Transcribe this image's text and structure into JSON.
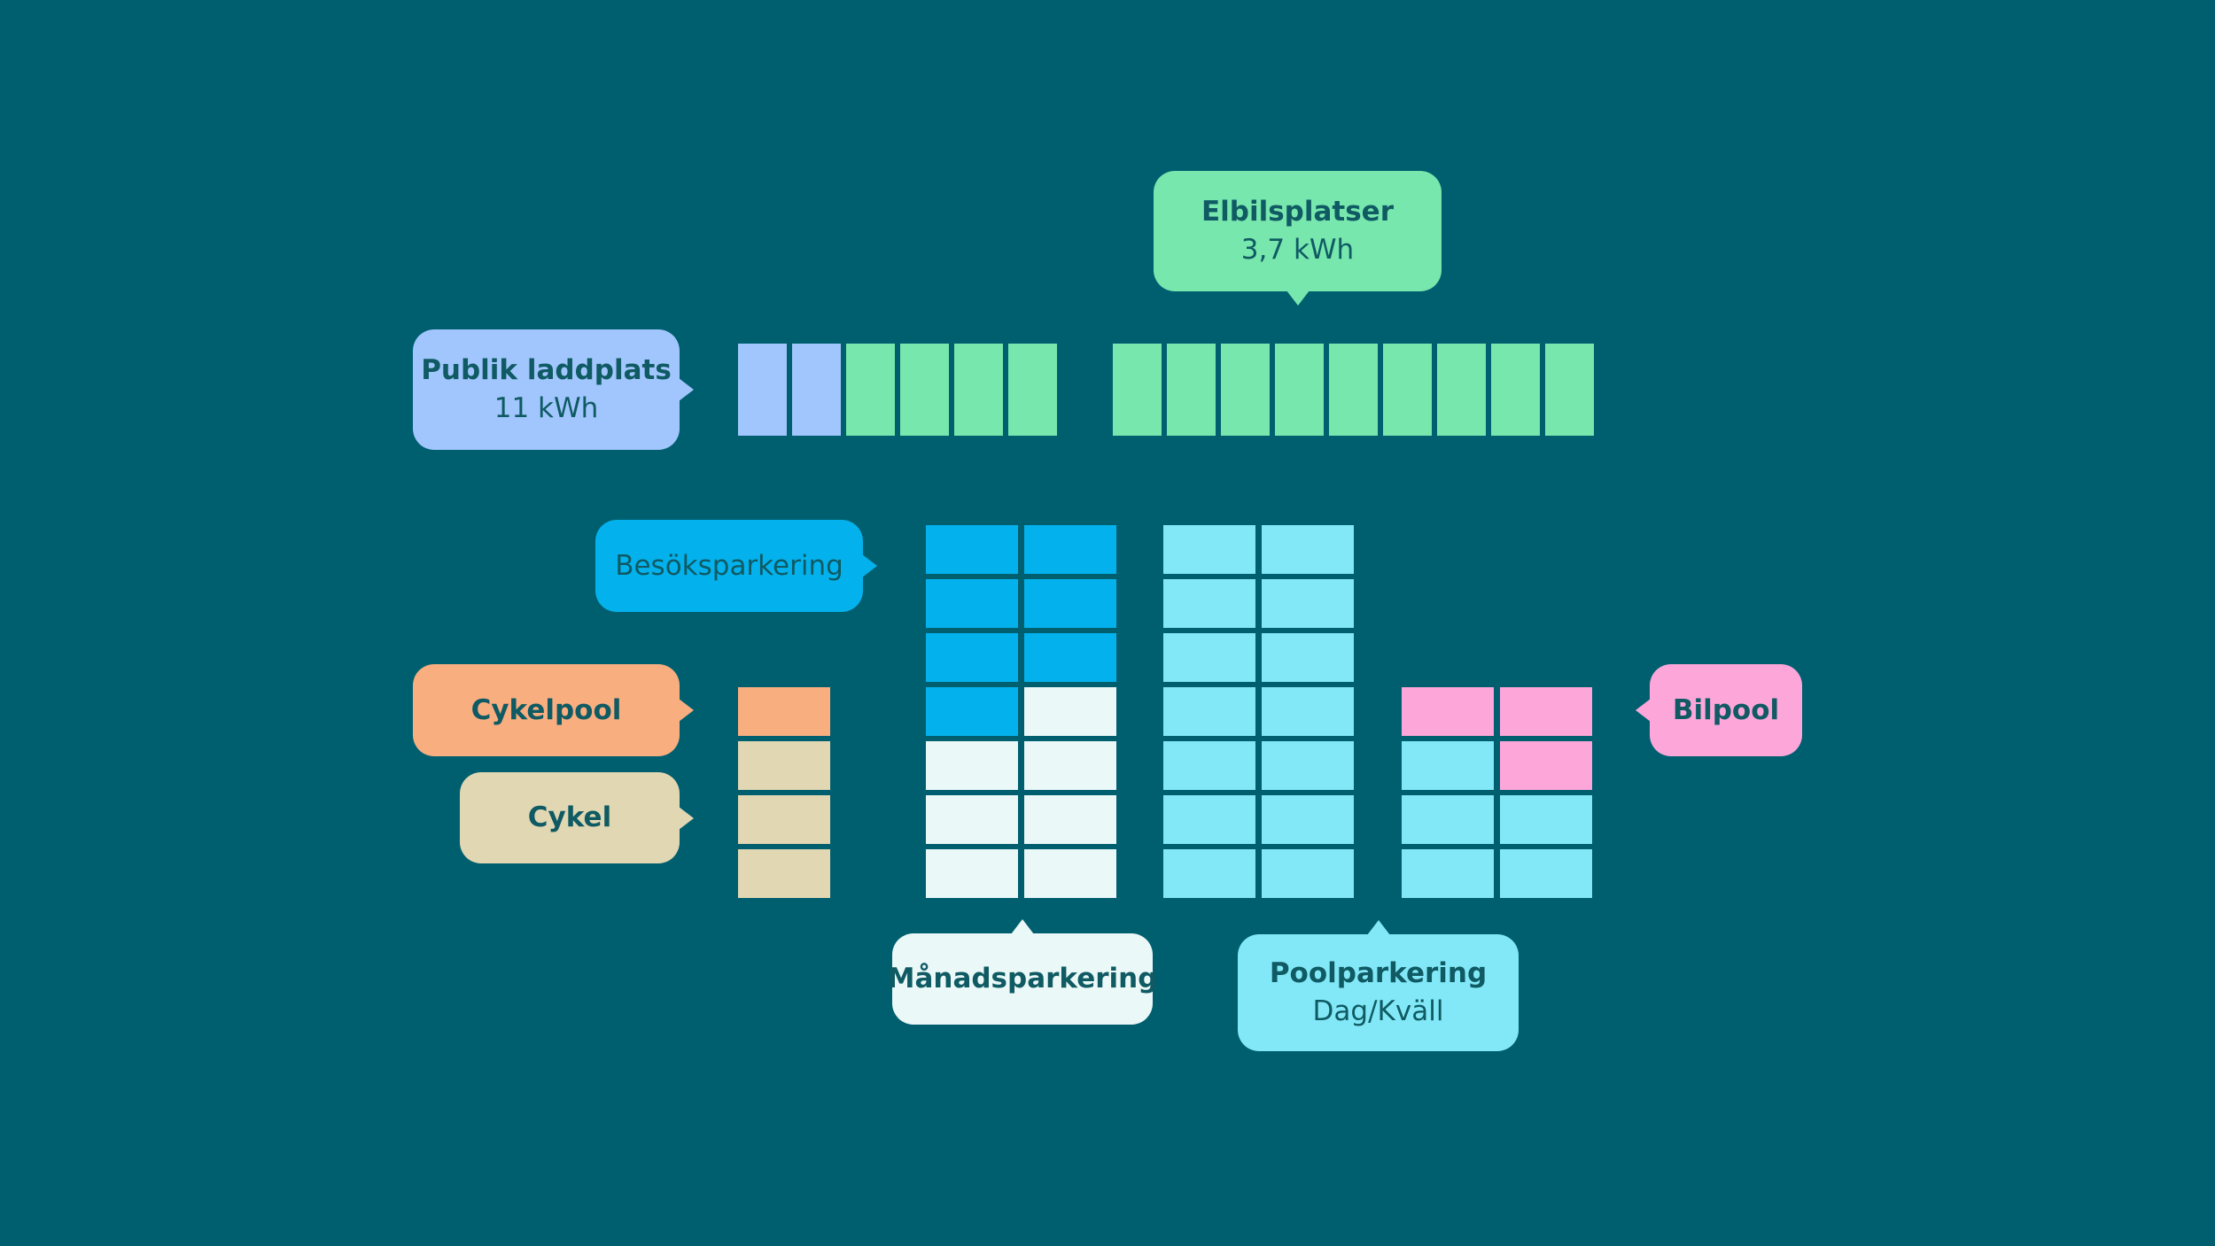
{
  "colors": {
    "background": "#005f6f",
    "text": "#0f5a63",
    "public_charging": "#a0c6fd",
    "ev_spot": "#77e7ad",
    "visitor": "#03b2ed",
    "monthly": "#ebf8f8",
    "pool_parking": "#82e8f7",
    "bike_pool": "#f9ae80",
    "bike": "#e2d7b3",
    "car_pool": "#fda6da"
  },
  "callouts": {
    "elbilsplatser": {
      "line1": "Elbilsplatser",
      "line2": "3,7 kWh"
    },
    "publik_laddplats": {
      "line1": "Publik laddplats",
      "line2": "11 kWh"
    },
    "besoksparkering": {
      "line1": "Besöksparkering"
    },
    "cykelpool": {
      "line1": "Cykelpool"
    },
    "cykel": {
      "line1": "Cykel"
    },
    "bilpool": {
      "line1": "Bilpool"
    },
    "manadsparkering": {
      "line1": "Månadsparkering"
    },
    "poolparkering": {
      "line1": "Poolparkering",
      "line2": "Dag/Kväll"
    }
  },
  "spots": {
    "top_row_left": [
      "public_charging",
      "public_charging",
      "ev_spot",
      "ev_spot",
      "ev_spot",
      "ev_spot"
    ],
    "top_row_right": [
      "ev_spot",
      "ev_spot",
      "ev_spot",
      "ev_spot",
      "ev_spot",
      "ev_spot",
      "ev_spot",
      "ev_spot",
      "ev_spot"
    ],
    "bike_column": [
      "bike_pool",
      "bike",
      "bike",
      "bike"
    ],
    "monthly_block": [
      [
        "visitor",
        "visitor"
      ],
      [
        "visitor",
        "visitor"
      ],
      [
        "visitor",
        "visitor"
      ],
      [
        "visitor",
        "monthly"
      ],
      [
        "monthly",
        "monthly"
      ],
      [
        "monthly",
        "monthly"
      ],
      [
        "monthly",
        "monthly"
      ]
    ],
    "pool_block": [
      [
        "pool_parking",
        "pool_parking"
      ],
      [
        "pool_parking",
        "pool_parking"
      ],
      [
        "pool_parking",
        "pool_parking"
      ],
      [
        "pool_parking",
        "pool_parking"
      ],
      [
        "pool_parking",
        "pool_parking"
      ],
      [
        "pool_parking",
        "pool_parking"
      ],
      [
        "pool_parking",
        "pool_parking"
      ]
    ],
    "car_block": [
      [
        "car_pool",
        "car_pool"
      ],
      [
        "pool_parking",
        "car_pool"
      ],
      [
        "pool_parking",
        "pool_parking"
      ],
      [
        "pool_parking",
        "pool_parking"
      ]
    ]
  }
}
